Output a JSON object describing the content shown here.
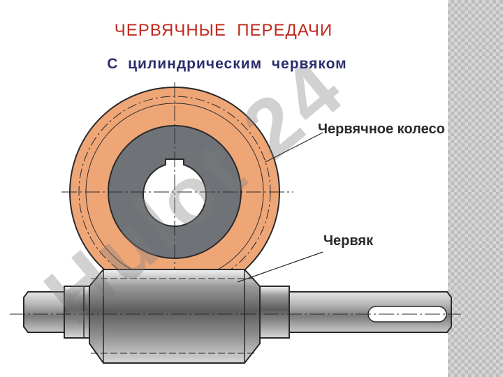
{
  "slide": {
    "title": "ЧЕРВЯЧНЫЕ  ПЕРЕДАЧИ",
    "subtitle": "С  цилиндрическим  червяком"
  },
  "labels": {
    "worm_wheel": "Червячное колесо",
    "worm": "Червяк"
  },
  "watermark": "Hulot 24",
  "colors": {
    "title": "#c0281e",
    "subtitle": "#2c2c6e",
    "wheel_rim": "#efa677",
    "wheel_hub": "#6f7378",
    "shaft_metal": "#9a9a9a",
    "sidebar_pattern": "#cfcfcf"
  }
}
